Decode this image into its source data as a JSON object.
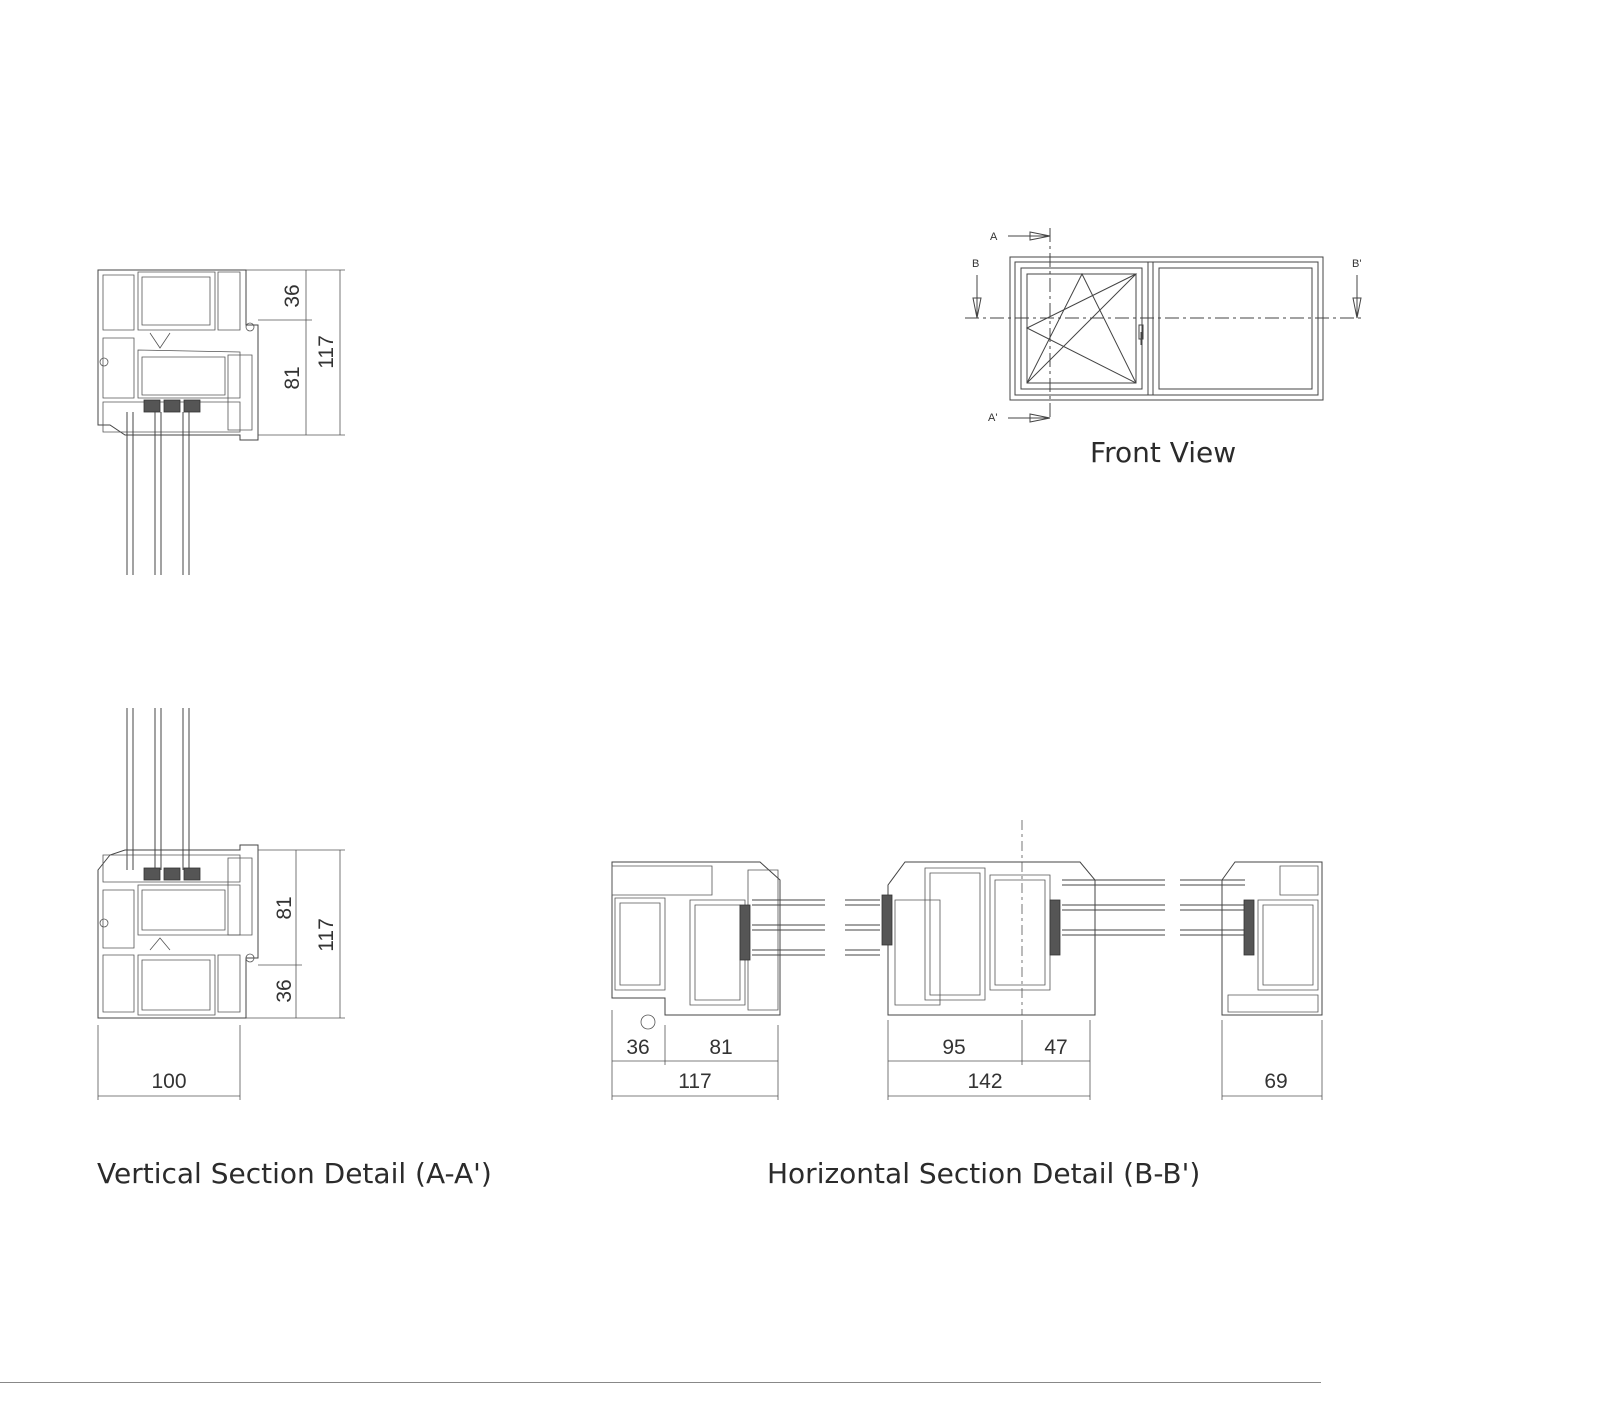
{
  "captions": {
    "front_view": "Front View",
    "vertical_section": "Vertical Section Detail (A-A')",
    "horizontal_section": "Horizontal Section Detail (B-B')"
  },
  "front_view_labels": {
    "a": "A",
    "a_prime": "A'",
    "b": "B",
    "b_prime": "B'"
  },
  "vertical_top_dims": {
    "d1": "36",
    "d2": "81",
    "total": "117"
  },
  "vertical_bottom_dims": {
    "d1": "81",
    "d2": "36",
    "total": "117",
    "width": "100"
  },
  "horizontal_dims": {
    "left_a": "36",
    "left_b": "81",
    "left_total": "117",
    "mid_a": "95",
    "mid_b": "47",
    "mid_total": "142",
    "right_total": "69"
  }
}
